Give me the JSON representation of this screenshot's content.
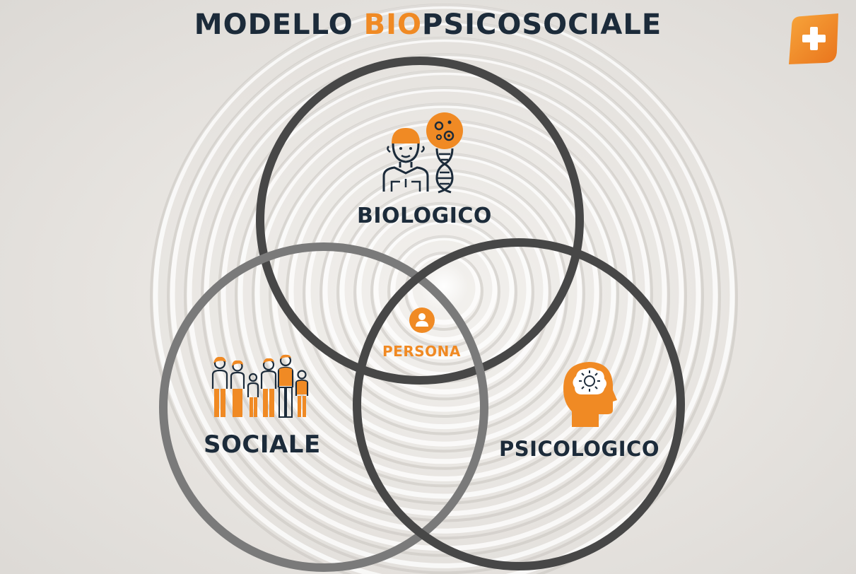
{
  "title": {
    "part1": "MODELLO ",
    "accent": "BIO",
    "part2": "PSICOSOCIALE"
  },
  "circles": {
    "biologico": "BIOLOGICO",
    "sociale": "SOCIALE",
    "psicologico": "PSICOLOGICO"
  },
  "center": {
    "label": "PERSONA"
  },
  "icons": {
    "biologico": [
      "person-bust-icon",
      "dna-icon",
      "cells-icon"
    ],
    "sociale": "family-group-icon",
    "psicologico": "head-brain-icon",
    "persona": "user-badge-icon",
    "logo": "plus-leaf-logo"
  },
  "colors": {
    "accent": "#f08a24",
    "navy": "#1c2b3a",
    "ring": "#454545"
  }
}
